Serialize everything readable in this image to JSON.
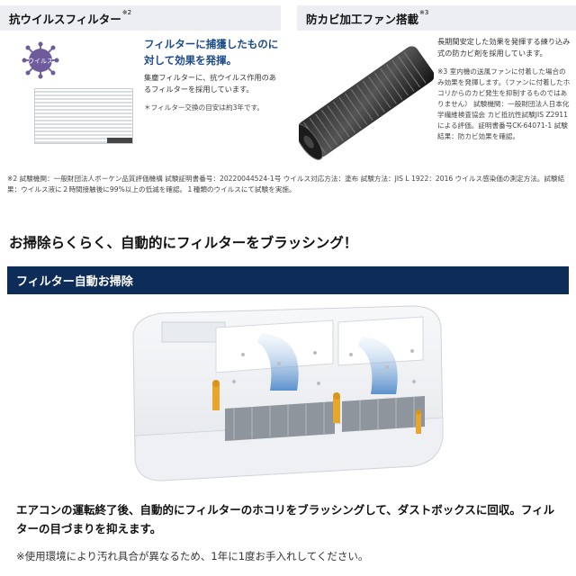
{
  "left_panel": {
    "title": "抗ウイルスフィルター",
    "title_sup": "※2",
    "virus_label": "ウイルス",
    "lead": "フィルターに捕獲したものに対して効果を発揮。",
    "body": "集塵フィルターに、抗ウイルス作用のあるフィルターを採用しています。",
    "note": "＊フィルター交換の目安は約3年です。"
  },
  "right_panel": {
    "title": "防カビ加工ファン搭載",
    "title_sup": "※3",
    "body": "長期間安定した効果を発揮する練り込み式の防カビ剤を採用しています。",
    "note": "※3 室内機の送風ファンに付着した場合のみ効果を発揮します。（ファンに付着したホコリからのカビ発生を抑制するものではありません） 試験機関：一般財団法人日本化学繊維検査協会 カビ抵抗性試験JIS Z2911による評価。証明書番号CK-64071-1 試験結果：防カビ効果を確認。"
  },
  "footnote": "※2 試験機関：一般財団法人ボーケン品質評価機構 試験証明書番号：20220044524-1号 ウイルス対応方法：塗布 試験方法：JIS L 1922：2016 ウイルス感染価の測定方法。試験結果：ウイルス液に２時間接触後に99%以上の低減を確認。１種類のウイルスにて試験を実施。",
  "headline": "お掃除らくらく、自動的にフィルターをブラッシング！",
  "banner": "フィルター自動お掃除",
  "description": "エアコンの運転終了後、自動的にフィルターのホコリをブラッシングして、ダストボックスに回収。フィルターの目づまりを抑えます。",
  "bottom_note": "※使用環境により汚れ具合が異なるため、1年に1度お手入れしてください。"
}
